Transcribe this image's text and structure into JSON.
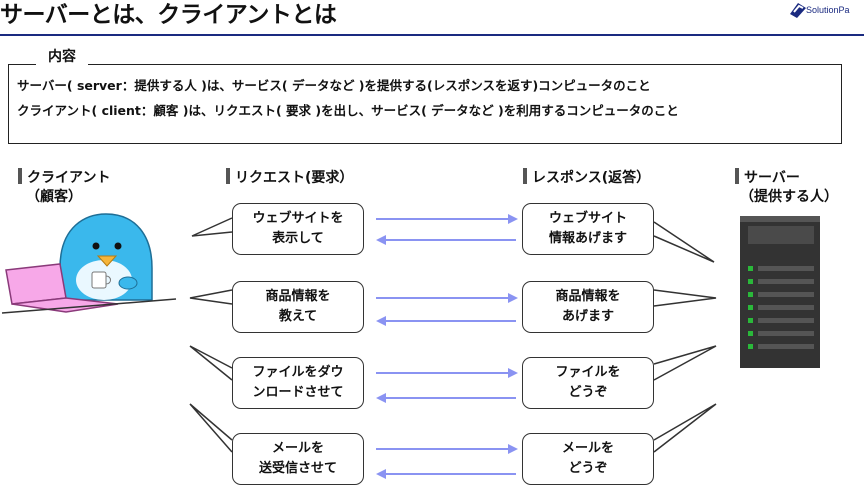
{
  "header": {
    "title": "サーバーとは、クライアントとは",
    "logo_text": "SolutionPa"
  },
  "content": {
    "label": "内容",
    "line1": "サーバー( server：提供する人 )は、サービス( データなど )を提供する(レスポンスを返す)コンピュータのこと",
    "line2": "クライアント( client：顧客 )は、リクエスト( 要求 )を出し、サービス( データなど )を利用するコンピュータのこと"
  },
  "columns": {
    "client_line1": "クライアント",
    "client_line2": "（顧客）",
    "request": "リクエスト(要求）",
    "response": "レスポンス(返答）",
    "server_line1": "サーバー",
    "server_line2": "（提供する人）"
  },
  "requests": [
    "ウェブサイトを\n表示して",
    "商品情報を\n教えて",
    "ファイルをダウ\nンロードさせて",
    "メールを\n送受信させて"
  ],
  "responses": [
    "ウェブサイト\n情報あげます",
    "商品情報を\nあげます",
    "ファイルを\nどうぞ",
    "メールを\nどうぞ"
  ],
  "colors": {
    "arrow": "#8a93f2",
    "header_rule": "#1a2a80",
    "laptop": "#f7a8e8",
    "penguin": "#3ab8ec",
    "server_body": "#333333",
    "server_led": "#2ab83a"
  }
}
